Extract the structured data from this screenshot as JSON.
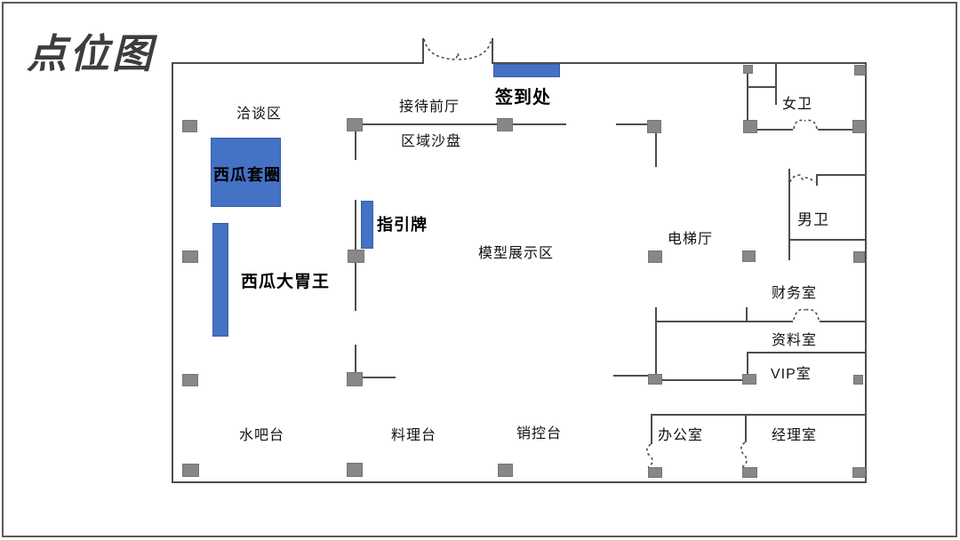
{
  "title": "点位图",
  "colors": {
    "accent_blue": "#4472C4",
    "wall_gray": "#4d4d4d",
    "column_gray": "#878787",
    "title_gray": "#3d3d3d"
  },
  "markers": {
    "signin": "签到处",
    "ring_toss": "西瓜套圈",
    "eating_contest": "西瓜大胃王",
    "guide_sign": "指引牌"
  },
  "rooms": {
    "negotiation": "洽谈区",
    "reception": "接待前厅",
    "sand_table": "区域沙盘",
    "model_area": "模型展示区",
    "elevator": "电梯厅",
    "womens_restroom": "女卫",
    "mens_restroom": "男卫",
    "finance": "财务室",
    "archives": "资料室",
    "vip": "VIP室",
    "office": "办公室",
    "manager": "经理室",
    "water_bar": "水吧台",
    "cooking_counter": "料理台",
    "sales_control": "销控台"
  }
}
